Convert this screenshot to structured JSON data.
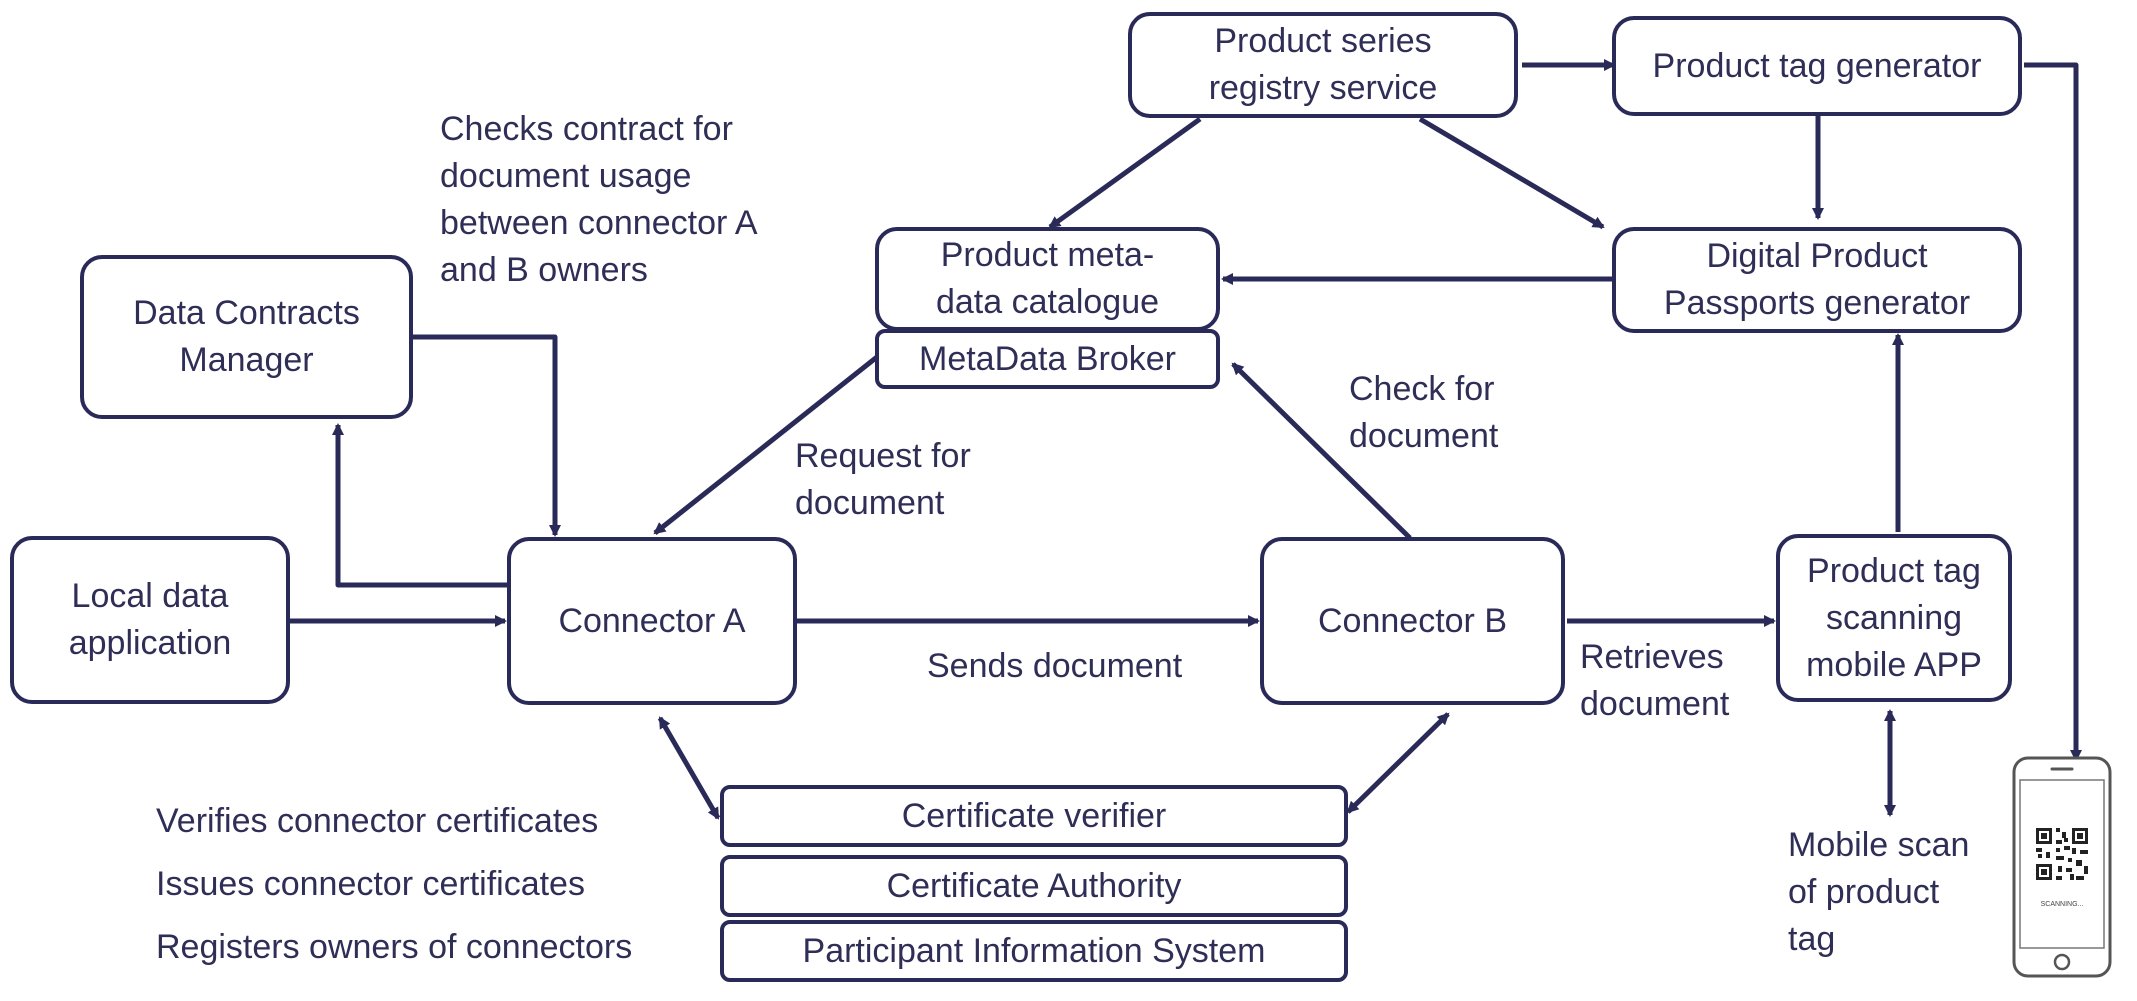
{
  "nodes": {
    "product_series_registry": "Product series\nregistry service",
    "product_tag_generator": "Product tag generator",
    "product_metadata_catalogue": "Product meta-\ndata catalogue",
    "metadata_broker": "MetaData Broker",
    "digital_product_passports_generator": "Digital Product\nPassports generator",
    "data_contracts_manager": "Data Contracts\nManager",
    "local_data_application": "Local data\napplication",
    "connector_a": "Connector A",
    "connector_b": "Connector B",
    "product_tag_scanning_app": "Product tag\nscanning\nmobile APP",
    "certificate_verifier": "Certificate verifier",
    "certificate_authority": "Certificate Authority",
    "participant_information_system": "Participant Information System"
  },
  "labels": {
    "checks_contract": "Checks contract for\ndocument usage\nbetween connector A\nand B owners",
    "request_for_document": "Request for\ndocument",
    "check_for_document": "Check for\ndocument",
    "sends_document": "Sends document",
    "retrieves_document": "Retrieves\ndocument",
    "mobile_scan": "Mobile scan\nof product\ntag",
    "verifies_certificates": "Verifies connector certificates",
    "issues_certificates": "Issues connector certificates",
    "registers_owners": "Registers owners of connectors"
  },
  "phone": {
    "screen_text": "SCANNING..."
  },
  "colors": {
    "stroke": "#2a2a58",
    "text": "#2e2e56"
  }
}
